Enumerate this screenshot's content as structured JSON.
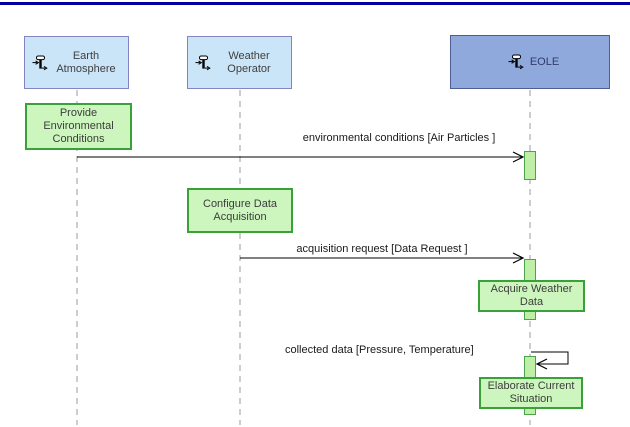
{
  "window": {
    "top_border_color": "#0000A0"
  },
  "colors": {
    "lifeline_header_fill": "#CBE5F8",
    "lifeline_header_border": "#8484C4",
    "eole_header_fill": "#8FA9DC",
    "eole_header_border": "#4F5F96",
    "activity_fill": "#CDF6BE",
    "activity_border": "#3AA03A",
    "execution_fill": "#BFEFA6",
    "lifeline_dash": "#9B9B9B",
    "message_line": "#000000"
  },
  "diagram": {
    "type": "sequence-diagram",
    "lifelines": [
      {
        "label": "Earth Atmosphere",
        "icon": "component-part-icon"
      },
      {
        "label": "Weather Operator",
        "icon": "component-part-icon"
      },
      {
        "label": "EOLE",
        "icon": "component-part-icon"
      }
    ],
    "activities": [
      {
        "label": "Provide Environmental Conditions",
        "lifeline": "Earth Atmosphere"
      },
      {
        "label": "Configure Data Acquisition",
        "lifeline": "Weather Operator"
      },
      {
        "label": "Acquire Weather Data",
        "lifeline": "EOLE"
      },
      {
        "label": "Elaborate Current Situation",
        "lifeline": "EOLE"
      }
    ],
    "messages": [
      {
        "label": "environmental conditions [Air Particles ]",
        "from": "Earth Atmosphere",
        "to": "EOLE"
      },
      {
        "label": "acquisition request [Data Request ]",
        "from": "Weather Operator",
        "to": "EOLE"
      },
      {
        "label": "collected data [Pressure, Temperature]",
        "from": "EOLE",
        "to": "EOLE",
        "kind": "self-message"
      }
    ]
  }
}
